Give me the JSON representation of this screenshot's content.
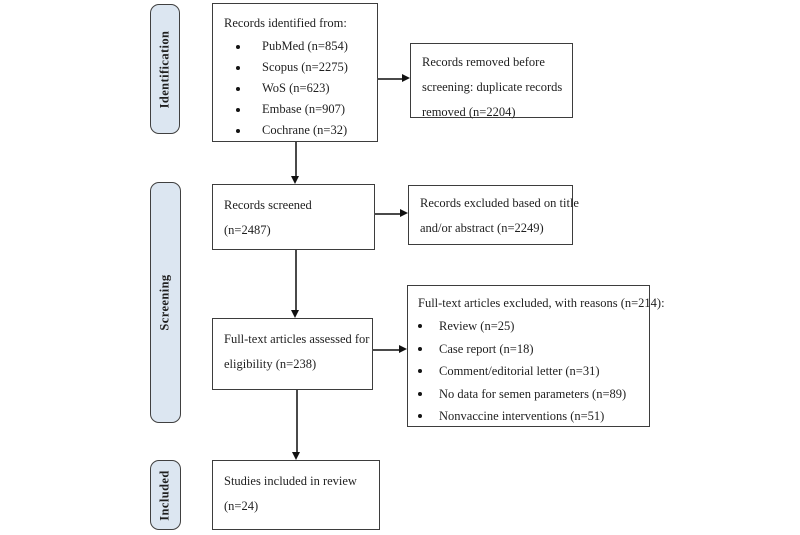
{
  "stages": [
    {
      "label": "Identification"
    },
    {
      "label": "Screening"
    },
    {
      "label": "Included"
    }
  ],
  "boxes": {
    "identified": {
      "title": "Records identified from:",
      "items": [
        "PubMed (n=854)",
        "Scopus (n=2275)",
        "WoS (n=623)",
        "Embase (n=907)",
        "Cochrane (n=32)"
      ]
    },
    "removed": {
      "lines": [
        "Records removed before",
        "screening: duplicate records",
        "removed (n=2204)"
      ]
    },
    "screened": {
      "lines": [
        "Records screened",
        "(n=2487)"
      ]
    },
    "excluded": {
      "lines": [
        "Records excluded based on title",
        "and/or abstract (n=2249)"
      ]
    },
    "fulltext_assessed": {
      "lines": [
        "Full-text articles assessed for",
        "eligibility (n=238)"
      ]
    },
    "fulltext_excluded": {
      "title": "Full-text articles excluded, with reasons (n=214):",
      "items": [
        "Review (n=25)",
        "Case report (n=18)",
        "Comment/editorial letter (n=31)",
        "No data for semen parameters (n=89)",
        "Nonvaccine interventions (n=51)"
      ]
    },
    "included": {
      "lines": [
        "Studies included in review",
        "(n=24)"
      ]
    }
  },
  "colors": {
    "stage_fill": "#dce6f1",
    "stage_border": "#404040",
    "box_border": "#3d3d3d",
    "line": "#4a4a4a",
    "arrow": "#111111"
  }
}
